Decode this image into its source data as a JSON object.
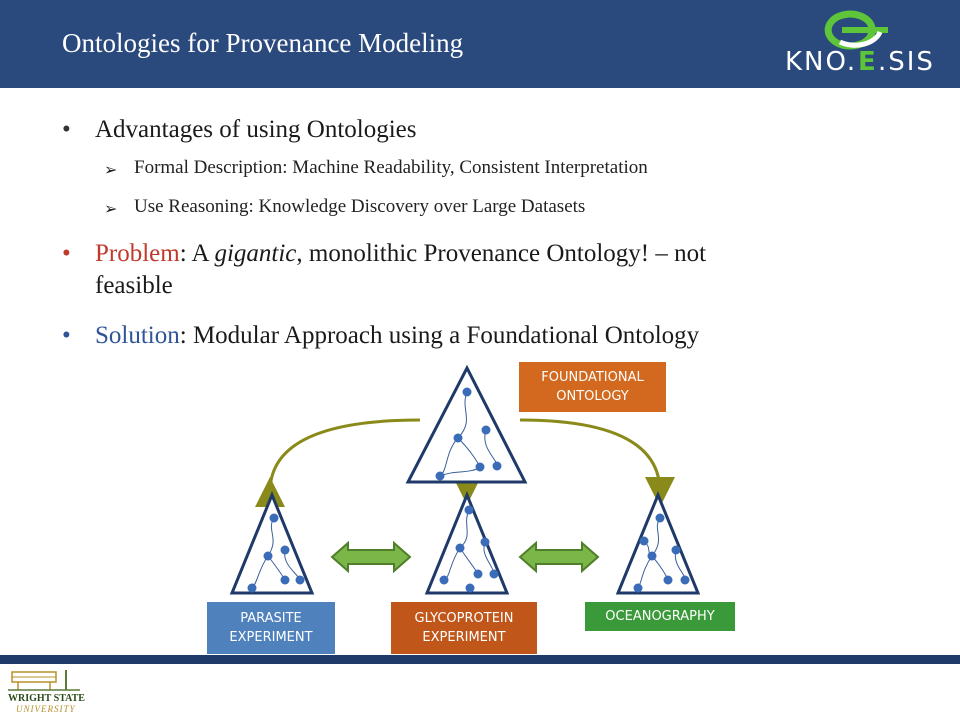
{
  "slide": {
    "title": "Ontologies for Provenance Modeling",
    "logo_text": "KNO.E.SIS",
    "bullets": [
      {
        "lead": "Advantages of using Ontologies"
      },
      {
        "lead": "Problem",
        "rest_pre": ": A ",
        "emph": "gigantic",
        "rest_post": ", monolithic Provenance Ontology! – not",
        "rest_line2": "feasible"
      },
      {
        "lead": "Solution",
        "rest": ": Modular Approach using a Foundational Ontology"
      }
    ],
    "subbullets": [
      "Formal Description: Machine Readability, Consistent Interpretation",
      "Use Reasoning: Knowledge Discovery over Large Datasets"
    ],
    "footer_logo": "WRIGHT STATE UNIVERSITY"
  },
  "diagram": {
    "foundational": {
      "line1": "FOUNDATIONAL",
      "line2": "ONTOLOGY",
      "color": "#d2691e"
    },
    "parasite": {
      "line1": "PARASITE",
      "line2": "EXPERIMENT",
      "color": "#4f81bd"
    },
    "glyco": {
      "line1": "GLYCOPROTEIN",
      "line2": "EXPERIMENT",
      "color": "#c0561a"
    },
    "ocean": {
      "line1": "OCEANOGRAPHY",
      "color": "#3a9a3a"
    }
  },
  "colors": {
    "header": "#2a4a7d",
    "red": "#c0392b",
    "blue": "#2f5597",
    "arrow_green": "#7ab648",
    "arc": "#8a8a1a"
  }
}
